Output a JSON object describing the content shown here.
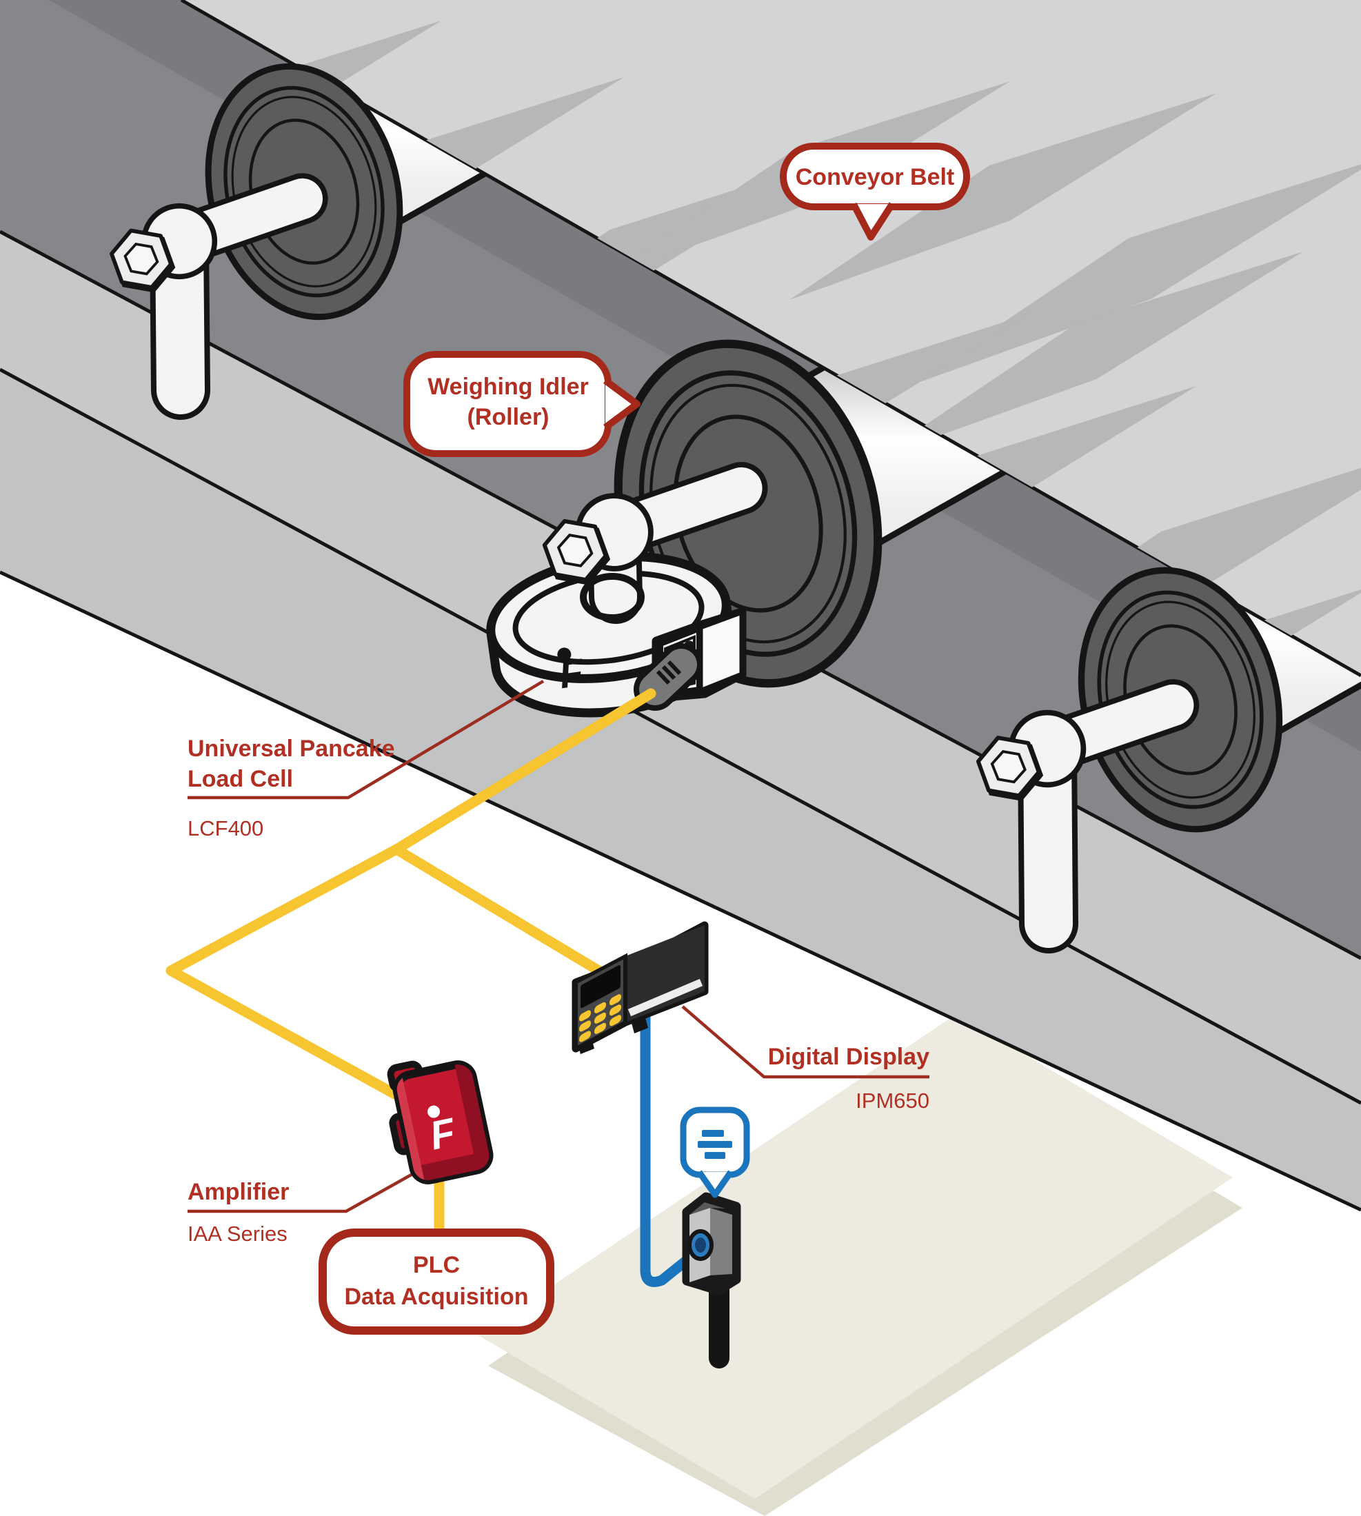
{
  "figure": {
    "type": "isometric-diagram",
    "callouts": {
      "conveyor_belt": {
        "label": "Conveyor Belt"
      },
      "weighing_idler": {
        "line1": "Weighing Idler",
        "line2": "(Roller)"
      },
      "plc": {
        "line1": "PLC",
        "line2": "Data Acquisition"
      }
    },
    "labels": {
      "load_cell": {
        "line1": "Universal Pancake",
        "line2": "Load Cell",
        "model": "LCF400"
      },
      "digital_display": {
        "title": "Digital Display",
        "model": "IPM650"
      },
      "amplifier": {
        "title": "Amplifier",
        "model": "IAA Series"
      }
    },
    "brand": {
      "logo_letter": "F"
    },
    "colors": {
      "callout_red": "#a5291b",
      "label_red": "#b13023",
      "leader_red": "#9c2d20",
      "cable_yellow": "#f6c52f",
      "cable_blue": "#1b75bc",
      "device_red": "#c3182e",
      "floor_beige": "#edebe0",
      "belt_gray": "#d3d4d6"
    }
  }
}
